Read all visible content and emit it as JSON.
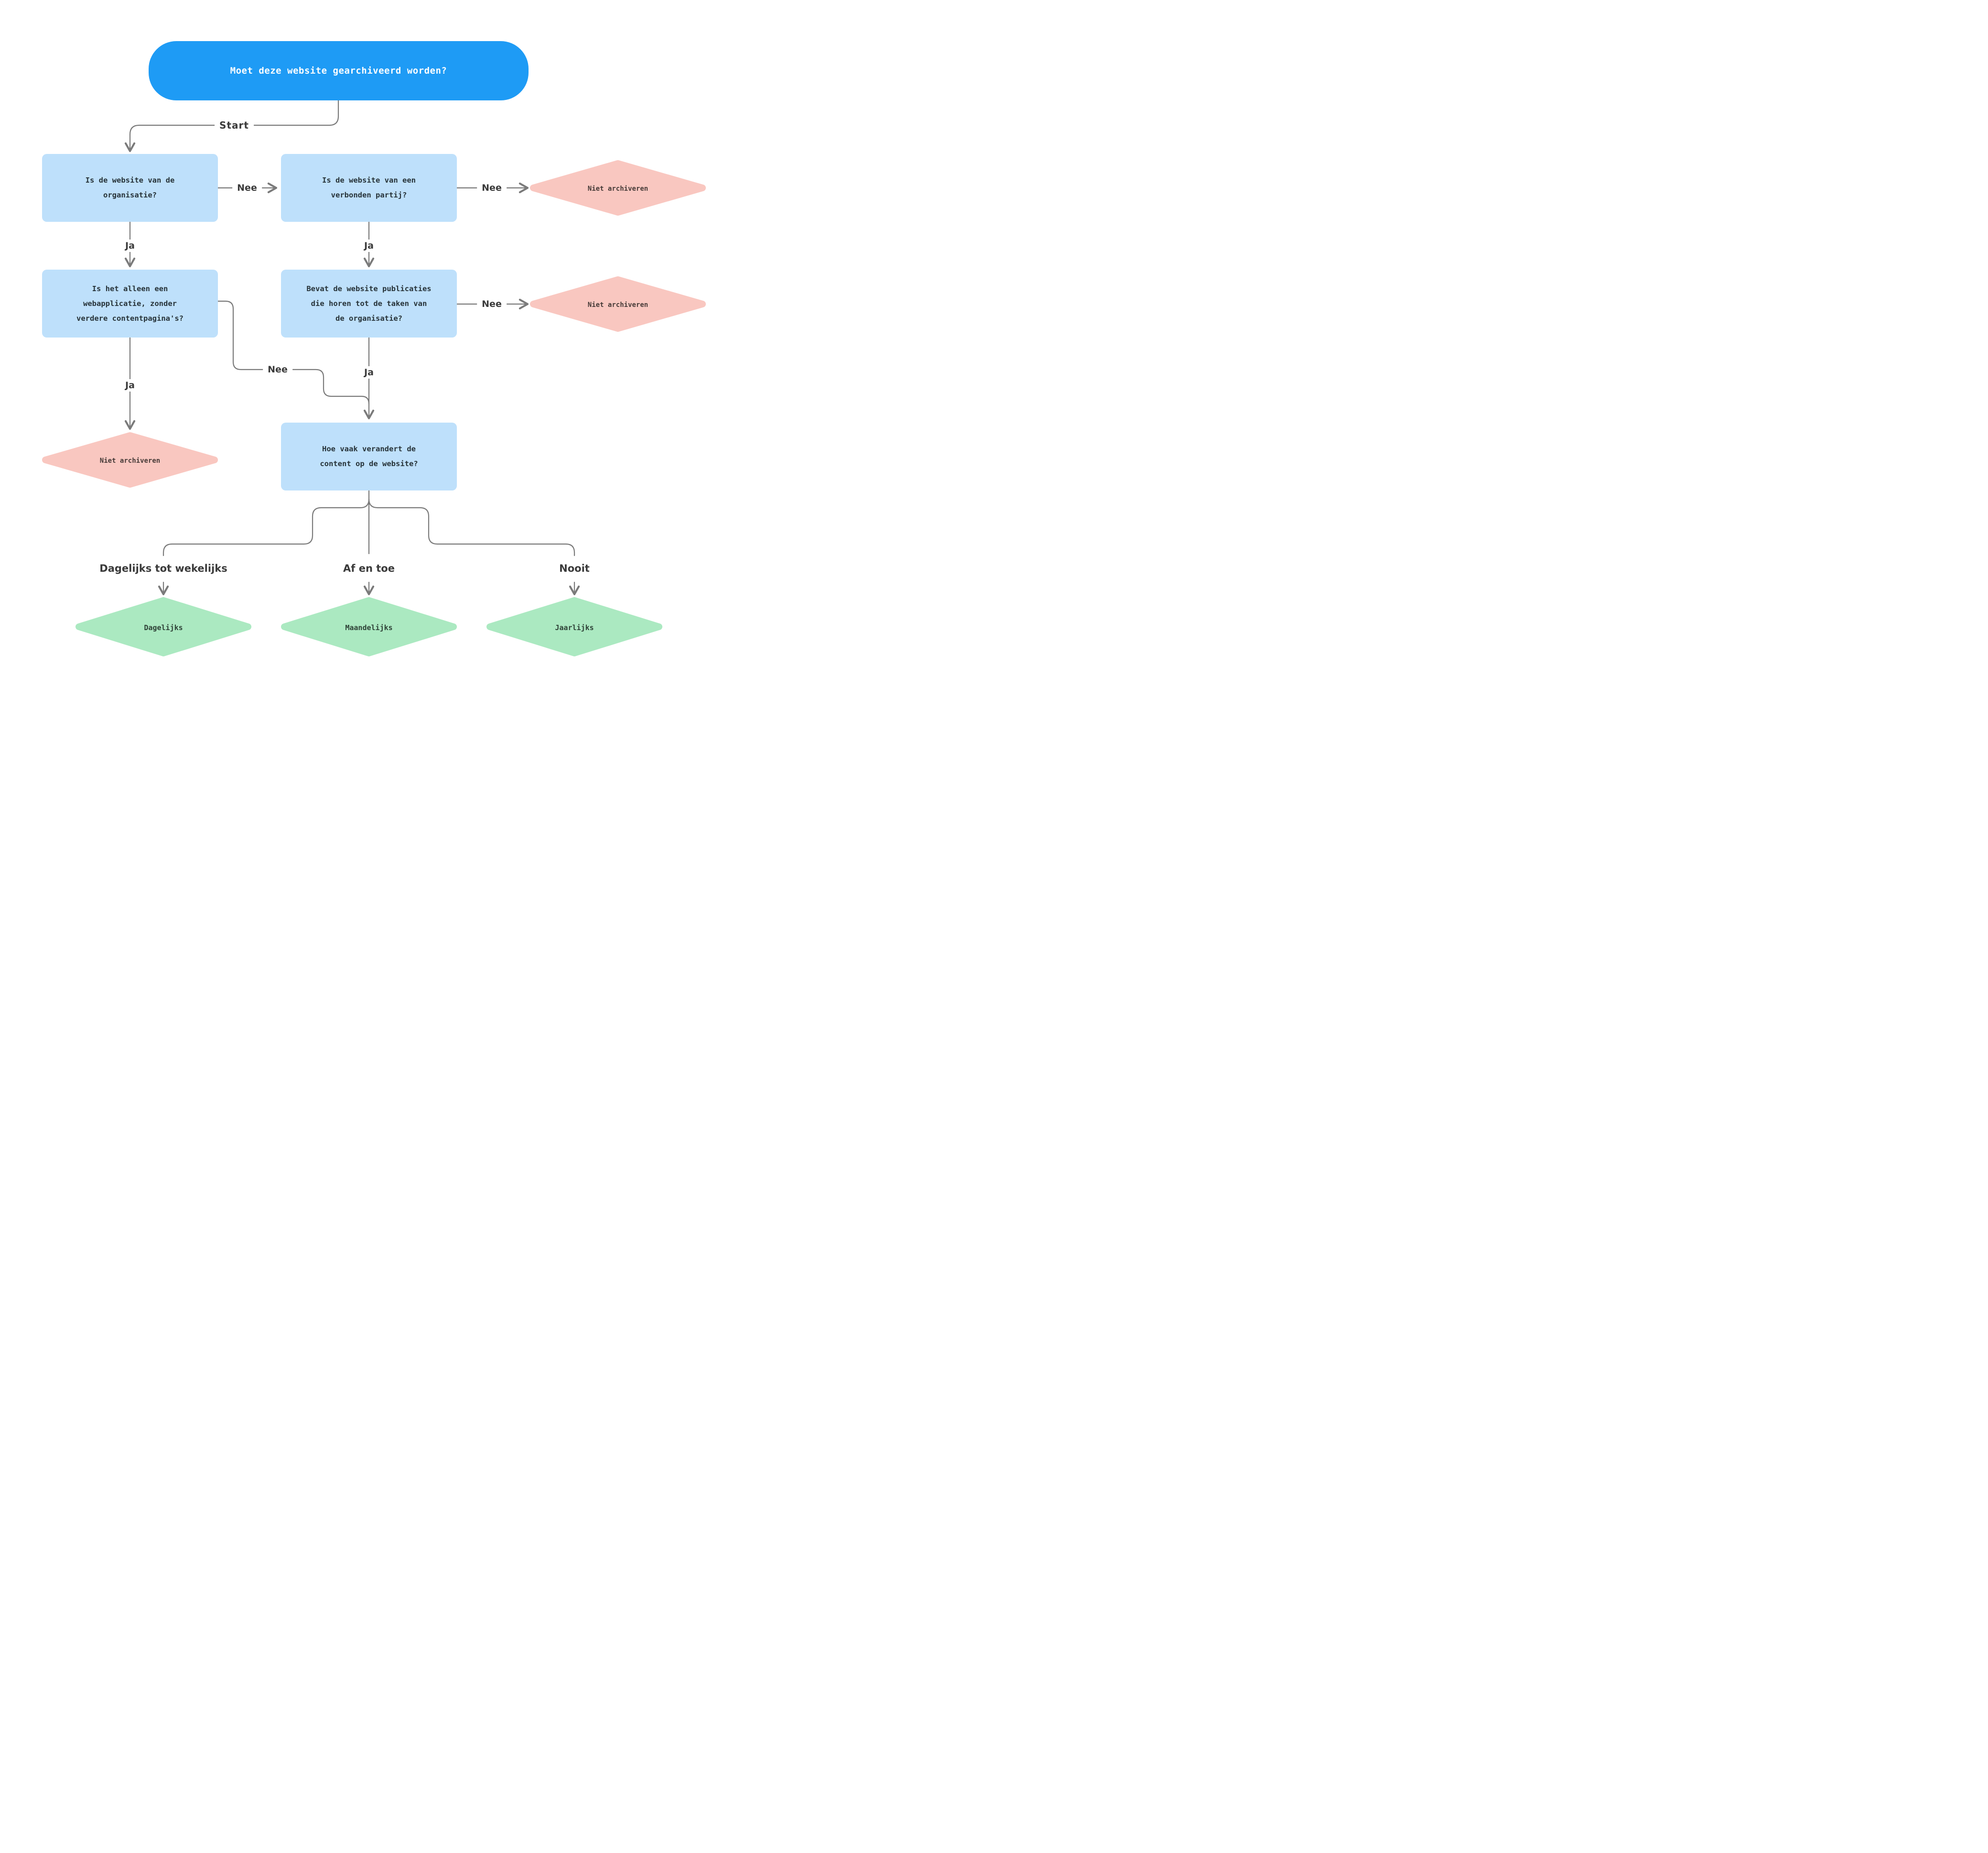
{
  "diagram": {
    "title": "Moet deze website gearchiveerd worden?",
    "questions": {
      "organisatie": "Is de website van de\norganisatie?",
      "verbonden": "Is de website van een\nverbonden partij?",
      "webapplicatie": "Is het alleen een\nwebapplicatie, zonder\nverdere contentpagina's?",
      "publicaties": "Bevat de website publicaties\ndie horen tot de taken van\nde organisatie?",
      "hoe_vaak": "Hoe vaak verandert de\ncontent op de website?"
    },
    "edge_labels": {
      "start": "Start",
      "nee": "Nee",
      "ja": "Ja",
      "dagelijks_tot_wekelijks": "Dagelijks tot wekelijks",
      "af_en_toe": "Af en toe",
      "nooit": "Nooit"
    },
    "outcomes": {
      "niet_archiveren": "Niet archiveren",
      "dagelijks": "Dagelijks",
      "maandelijks": "Maandelijks",
      "jaarlijks": "Jaarlijks"
    },
    "colors": {
      "start_node_fill": "#1E9BF5",
      "start_node_text": "#FFFFFF",
      "question_node_fill": "#BEE0FB",
      "negative_node_fill": "#F9C7C0",
      "positive_node_fill": "#ABE9C1",
      "connector": "#7A7A7A",
      "node_text": "#263238",
      "label_text": "#3A3A3A"
    }
  }
}
